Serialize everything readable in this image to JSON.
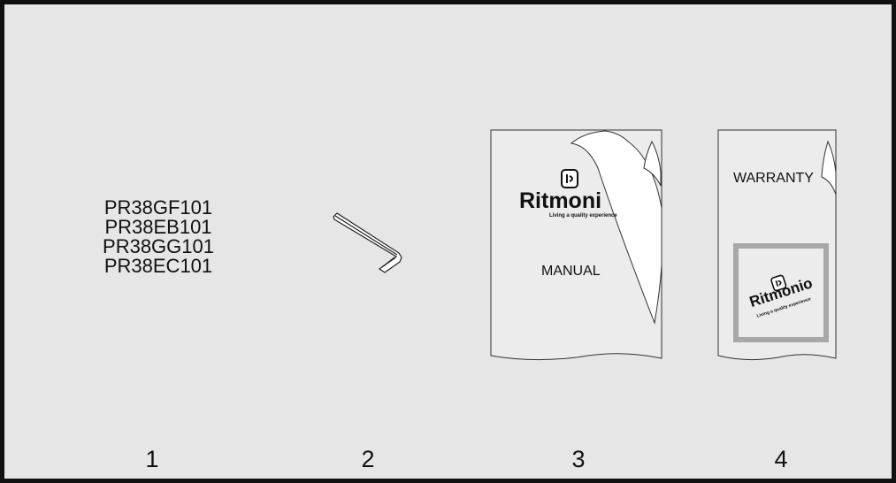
{
  "models": [
    "PR38GF101",
    "PR38EB101",
    "PR38GG101",
    "PR38EC101"
  ],
  "item_numbers": [
    "1",
    "2",
    "3",
    "4"
  ],
  "manual": {
    "brand": "Ritmoni",
    "tagline": "Living a quality experience",
    "label": "MANUAL"
  },
  "warranty": {
    "label": "WARRANTY",
    "brand": "Ritmonio",
    "tagline": "Living a quality experience"
  },
  "colors": {
    "background": "#e6e6e6",
    "frame": "#111111",
    "warranty_box": "#a8a8a8"
  }
}
